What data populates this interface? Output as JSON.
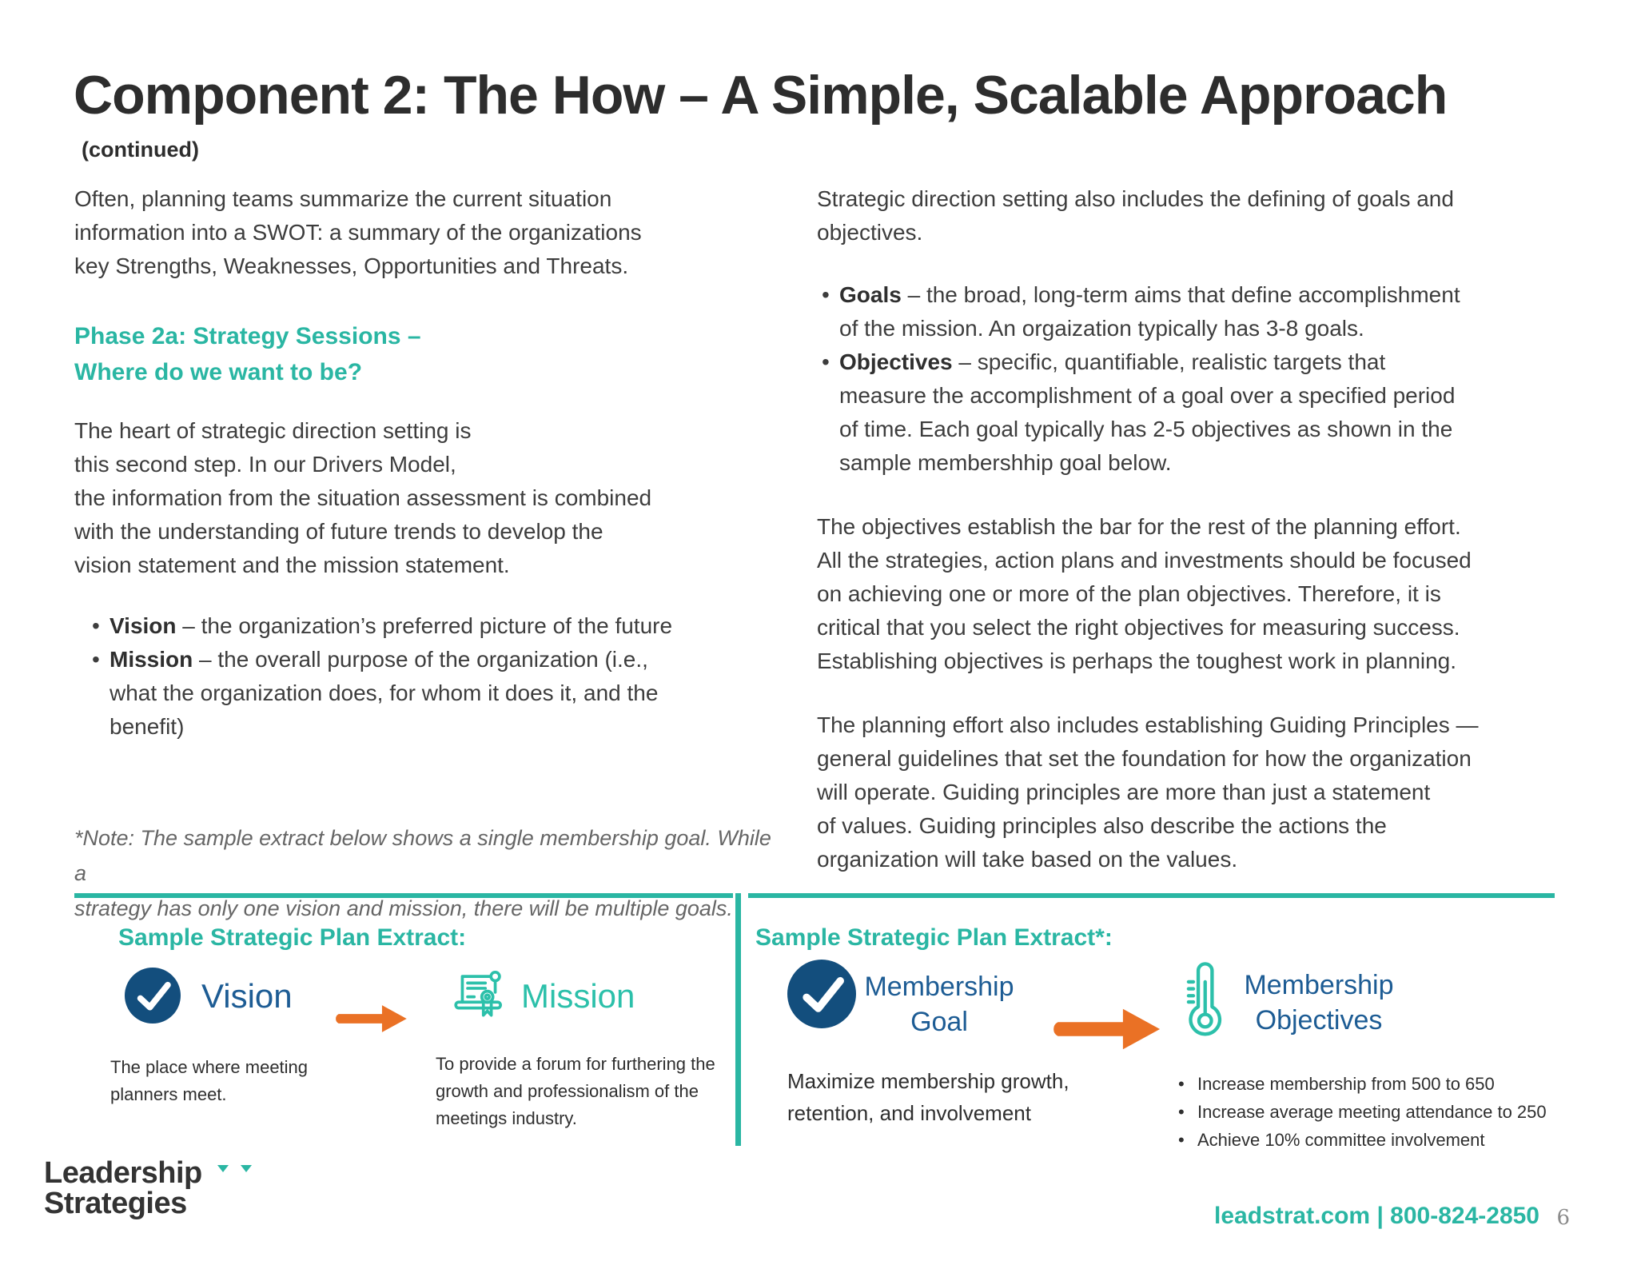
{
  "page": {
    "title": "Component 2: The How – A Simple, Scalable Approach",
    "subtitle": "(continued)"
  },
  "colors": {
    "teal": "#2ab6a3",
    "navy_circle": "#134e7d",
    "label_blue": "#1d5c94",
    "orange": "#ea7125",
    "body_text": "#3d3d3d"
  },
  "left_column": {
    "intro": "Often, planning teams summarize the current situation\ninformation into a SWOT: a summary of the organizations\nkey Strengths, Weaknesses, Opportunities and Threats.",
    "phase_heading": "Phase 2a: Strategy Sessions –\nWhere do we want to be?",
    "body": "The heart of strategic direction setting is\nthis second step. In our Drivers Model,\nthe information from the situation assessment is combined\nwith the understanding of future trends to develop the\nvision statement and the mission statement.",
    "bullets": [
      {
        "term": "Vision",
        "text": " – the organization’s preferred picture of the future"
      },
      {
        "term": "Mission",
        "text": " – the overall purpose of the organization (i.e.,\nwhat the organization does, for whom it does it, and the\nbenefit)"
      }
    ],
    "note": "*Note: The sample extract below shows a single membership goal. While a\nstrategy has only one vision and mission, there will be multiple goals."
  },
  "right_column": {
    "intro": "Strategic direction setting also includes the defining of goals and\nobjectives.",
    "bullets": [
      {
        "term": "Goals",
        "text": " – the broad, long-term aims that define accomplishment\nof the mission. An orgaization typically has 3-8 goals."
      },
      {
        "term": "Objectives",
        "text": " – specific, quantifiable, realistic targets that\nmeasure the accomplishment of a goal over a specified period\nof time. Each goal typically has 2-5 objectives as shown in the\nsample membershhip goal below."
      }
    ],
    "para1": "The objectives establish the bar for the rest of the planning effort.\nAll the strategies, action plans and investments should be focused\non achieving one or more of the plan objectives. Therefore, it is\ncritical that you select the right objectives for measuring success.\nEstablishing objectives is perhaps the toughest work in planning.",
    "para2": "The planning effort also includes establishing Guiding Principles —\ngeneral guidelines that set the foundation for how the organization\nwill operate. Guiding principles are more than just a statement\nof values. Guiding principles also describe the actions the\norganization will take based on the values."
  },
  "extract_left": {
    "heading": "Sample Strategic Plan Extract:",
    "vision_label": "Vision",
    "vision_desc": "The place where meeting\nplanners meet.",
    "mission_label": "Mission",
    "mission_desc": "To provide a forum for furthering the\ngrowth and professionalism of the\nmeetings industry."
  },
  "extract_right": {
    "heading": "Sample Strategic Plan Extract*:",
    "goal_label": "Membership\nGoal",
    "goal_desc": "Maximize membership growth,\nretention, and involvement",
    "objectives_label": "Membership\nObjectives",
    "objectives": [
      {
        "text": "Increase membership from 500 to 650"
      },
      {
        "text": "Increase average meeting attendance to 250"
      },
      {
        "text": "Achieve 10% committee involvement"
      }
    ]
  },
  "footer": {
    "logo_line1": "Leadership",
    "logo_line2": "Strategies",
    "contact": "leadstrat.com | 800-824-2850",
    "page_number": "6"
  },
  "icons": {
    "vision": "check-circle-icon",
    "mission": "certificate-icon",
    "membership_goal": "check-circle-icon",
    "membership_objectives": "thermometer-icon",
    "flow": "arrow-right-icon",
    "logo_markers": "triangle-down-icon"
  }
}
